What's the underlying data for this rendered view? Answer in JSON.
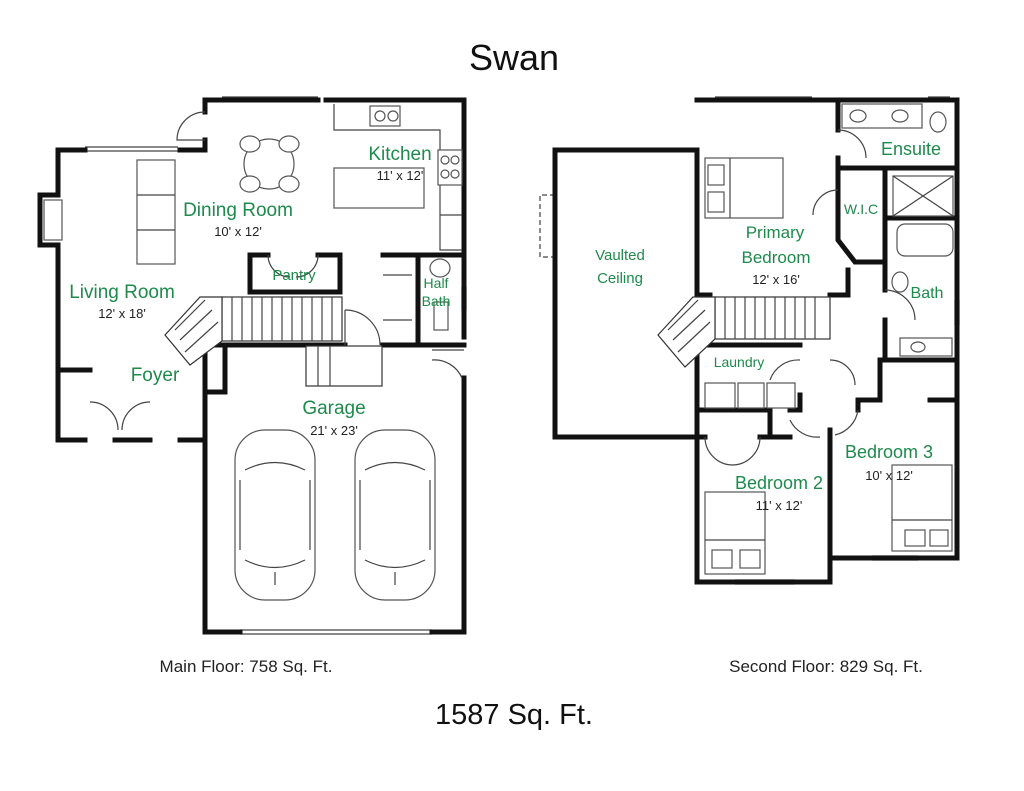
{
  "title": "Swan",
  "total_area": "1587 Sq. Ft.",
  "main_floor": {
    "caption": "Main Floor: 758 Sq. Ft.",
    "rooms": {
      "kitchen": {
        "label": "Kitchen",
        "dims": "11' x 12'"
      },
      "dining": {
        "label": "Dining Room",
        "dims": "10' x 12'"
      },
      "living": {
        "label": "Living Room",
        "dims": "12' x 18'"
      },
      "pantry": {
        "label": "Pantry"
      },
      "half_bath": {
        "label_line1": "Half",
        "label_line2": "Bath"
      },
      "foyer": {
        "label": "Foyer"
      },
      "garage": {
        "label": "Garage",
        "dims": "21' x 23'"
      }
    }
  },
  "second_floor": {
    "caption": "Second Floor: 829 Sq. Ft.",
    "rooms": {
      "vaulted": {
        "label_line1": "Vaulted",
        "label_line2": "Ceiling"
      },
      "primary": {
        "label_line1": "Primary",
        "label_line2": "Bedroom",
        "dims": "12' x 16'"
      },
      "ensuite": {
        "label": "Ensuite"
      },
      "wic": {
        "label": "W.I.C"
      },
      "bath": {
        "label": "Bath"
      },
      "laundry": {
        "label": "Laundry"
      },
      "bedroom2": {
        "label": "Bedroom 2",
        "dims": "11' x 12'"
      },
      "bedroom3": {
        "label": "Bedroom 3",
        "dims": "10' x 12'"
      }
    }
  },
  "colors": {
    "room_label": "#1e8a4c",
    "wall": "#111111",
    "text": "#222222"
  }
}
